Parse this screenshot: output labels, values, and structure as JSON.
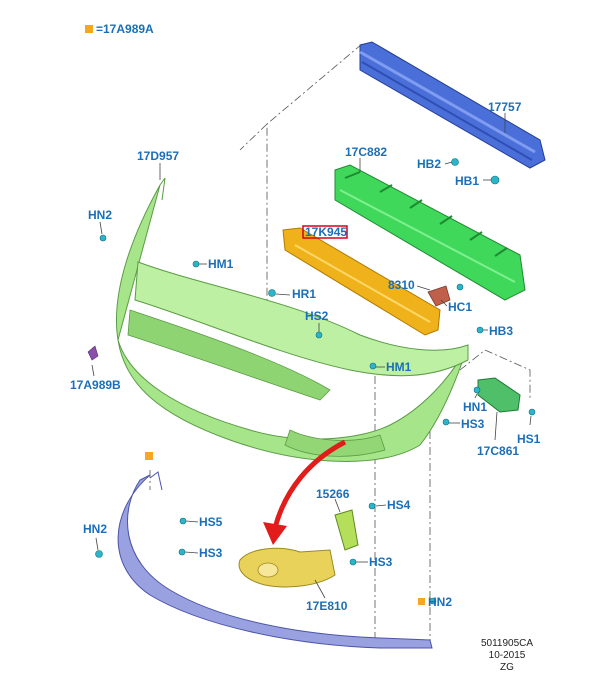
{
  "legend": {
    "label": "=17A989A",
    "marker_color": "#f5a623"
  },
  "callouts": {
    "c17757": "17757",
    "hb2": "HB2",
    "hb1": "HB1",
    "c17d957": "17D957",
    "c17c882": "17C882",
    "hn2_top": "HN2",
    "hm1_left": "HM1",
    "c17k945": "17K945",
    "hr1": "HR1",
    "c8310": "8310",
    "hc1": "HC1",
    "hs2": "HS2",
    "hb3": "HB3",
    "hm1_mid": "HM1",
    "c17a989b": "17A989B",
    "hn1": "HN1",
    "hs3_right": "HS3",
    "hs1": "HS1",
    "c17c861": "17C861",
    "c15266": "15266",
    "hs4": "HS4",
    "hs5": "HS5",
    "hn2_left": "HN2",
    "hs3_left": "HS3",
    "hs3_lower": "HS3",
    "c17e810": "17E810",
    "hn2_bottom": "HN2"
  },
  "footer": {
    "code": "5011905CA",
    "date": "10-2015",
    "initials": "ZG"
  },
  "colors": {
    "reinforcement": "#4a6fd8",
    "absorber": "#3fd85a",
    "fascia": "#a6e58a",
    "impact_strip": "#f0b21a",
    "lip": "#9aa1e0",
    "bracket": "#e8d25a",
    "arrow": "#e21b1b",
    "callout_text": "#1b6fb8",
    "highlight_box": "#d9001b"
  }
}
